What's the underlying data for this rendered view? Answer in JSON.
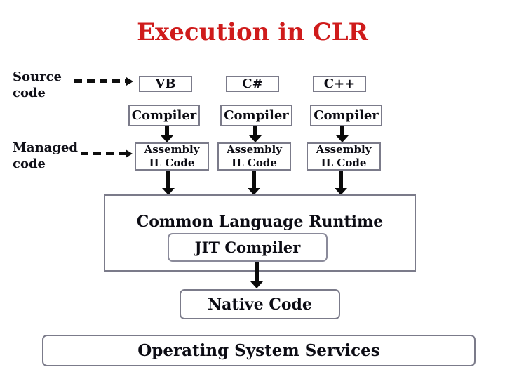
{
  "title": "Execution in CLR",
  "labels": {
    "source": "Source code",
    "managed": "Managed code"
  },
  "columns": [
    {
      "lang": "VB",
      "compiler": "Compiler",
      "assembly": [
        "Assembly",
        "IL Code"
      ]
    },
    {
      "lang": "C#",
      "compiler": "Compiler",
      "assembly": [
        "Assembly",
        "IL Code"
      ]
    },
    {
      "lang": "C++",
      "compiler": "Compiler",
      "assembly": [
        "Assembly",
        "IL Code"
      ]
    }
  ],
  "clr": {
    "title": "Common Language Runtime",
    "jit": "JIT Compiler"
  },
  "native": {
    "label": "Native Code"
  },
  "os": {
    "label": "Operating System Services"
  },
  "colors": {
    "title_red": "#cf1b1b",
    "box_border_gray": "#7b7b8a",
    "text_dark": "#0c0c14",
    "arrow_black": "#0a0a0a"
  }
}
